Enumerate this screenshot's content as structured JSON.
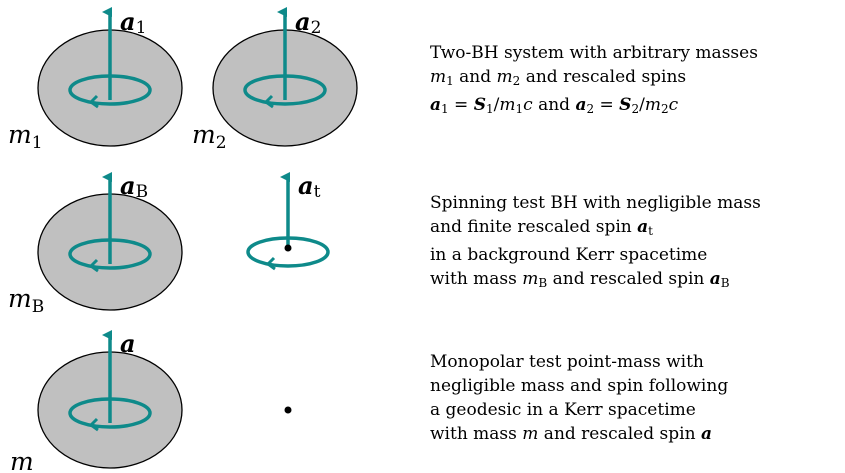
{
  "colors": {
    "teal": "#0e8a8a",
    "body_fill": "#c0c0c0",
    "outline": "#000000"
  },
  "rows": [
    {
      "labels": {
        "vec_left": "a",
        "vec_left_sub": "1",
        "vec_right": "a",
        "vec_right_sub": "2",
        "mass_left": "m",
        "mass_left_sub": "1",
        "mass_right": "m",
        "mass_right_sub": "2"
      },
      "description": {
        "line1": "Two-BH system with arbitrary masses",
        "line2_a": "m",
        "line2_a_sub": "1",
        "line2_b": " and ",
        "line2_c": "m",
        "line2_c_sub": "2",
        "line2_d": " and rescaled spins",
        "line3_a": "a",
        "line3_a_sub": "1",
        "line3_b": " = ",
        "line3_c": "S",
        "line3_c_sub": "1",
        "line3_d": "/",
        "line3_e": "m",
        "line3_e_sub": "1",
        "line3_f": "c",
        "line3_g": " and ",
        "line3_h": "a",
        "line3_h_sub": "2",
        "line3_i": " = ",
        "line3_j": "S",
        "line3_j_sub": "2",
        "line3_k": "/",
        "line3_l": "m",
        "line3_l_sub": "2",
        "line3_m": "c"
      }
    },
    {
      "labels": {
        "vec_left": "a",
        "vec_left_sub": "B",
        "vec_right": "a",
        "vec_right_sub": "t",
        "mass_left": "m",
        "mass_left_sub": "B"
      },
      "description": {
        "line1": "Spinning test BH with negligible mass",
        "line2_a": "and finite rescaled spin ",
        "line2_b": "a",
        "line2_b_sub": "t",
        "line3": "in a background Kerr spacetime",
        "line4_a": "with mass ",
        "line4_b": "m",
        "line4_b_sub": "B",
        "line4_c": " and rescaled spin ",
        "line4_d": "a",
        "line4_d_sub": "B"
      }
    },
    {
      "labels": {
        "vec_left": "a",
        "mass_left": "m"
      },
      "description": {
        "line1": "Monopolar test point-mass with",
        "line2": "negligible mass and spin following",
        "line3": "a geodesic in a Kerr spacetime",
        "line4_a": "with mass ",
        "line4_b": "m",
        "line4_c": " and rescaled spin ",
        "line4_d": "a"
      }
    }
  ]
}
